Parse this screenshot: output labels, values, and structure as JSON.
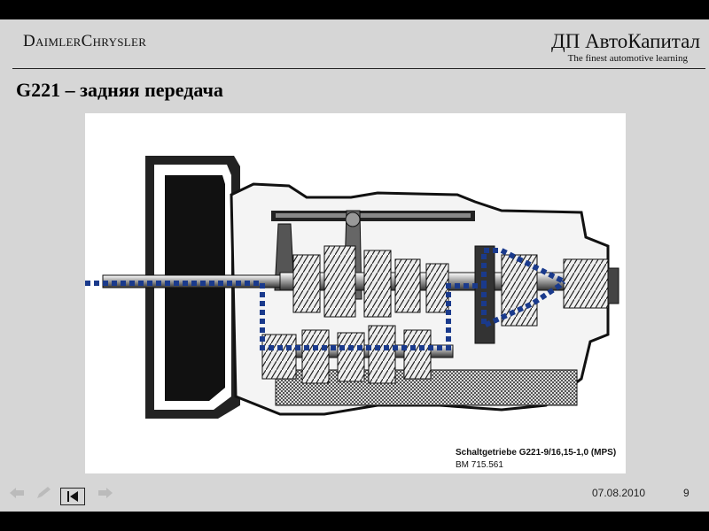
{
  "header": {
    "brand_left": "DaimlerChrysler",
    "brand_right": "ДП АвтоКапитал",
    "tagline": "The finest automotive learning"
  },
  "slide": {
    "title": "G221 – задняя передача",
    "caption_line1": "Schaltgetriebe G221-9/16,15-1,0 (MPS)",
    "caption_line2": "BM 715.561"
  },
  "footer": {
    "date": "07.08.2010",
    "page": "9"
  },
  "icons": {
    "back": "left-arrow-icon",
    "edit": "pencil-icon",
    "first": "first-slide-icon",
    "forward": "right-arrow-icon"
  },
  "colors": {
    "path": "#1a3a8c",
    "background": "#d6d6d6"
  }
}
